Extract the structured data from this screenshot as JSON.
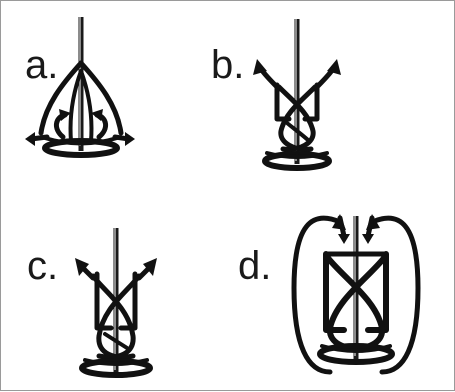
{
  "panels": [
    {
      "id": "a",
      "label": "a."
    },
    {
      "id": "b",
      "label": "b."
    },
    {
      "id": "c",
      "label": "c."
    },
    {
      "id": "d",
      "label": "d."
    }
  ],
  "colors": {
    "ink": "#111111",
    "border": "#9a9a9a",
    "background": "#ffffff"
  }
}
